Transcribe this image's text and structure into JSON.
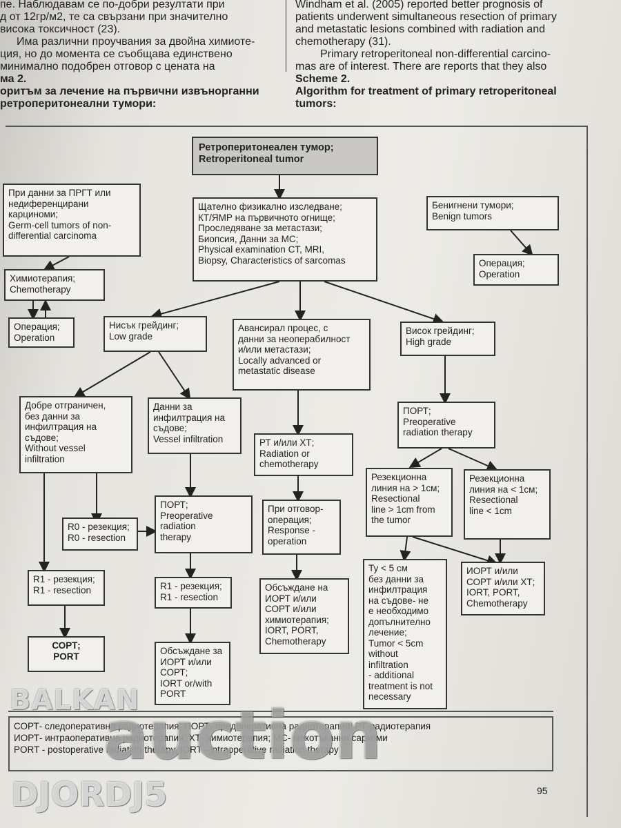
{
  "left_column": [
    "пе. Наблюдавам се по-добри резултати при",
    "д от 12гр/м2, те са свързани при значително",
    "висока токсичност (23).",
    "Има различни проучвания за двойна химиоте-",
    "ция, но до момента се съобщава единствено",
    "минимално подобрен отговор с цената на",
    "ма 2."
  ],
  "left_heading": [
    "оритъм за лечение на първични извънорганни",
    "ретроперитонеални тумори:"
  ],
  "right_column": [
    "Windham et al. (2005) reported better prognosis of",
    "patients underwent simultaneous resection of primary",
    "and metastatic lesions combined with radiation and",
    "chemotherapy (31).",
    "Primary retroperitoneal non-differential carcino-",
    "mas are of interest. There are reports that they also"
  ],
  "scheme_label": "Scheme 2.",
  "right_heading": [
    "Algorithm for treatment of primary retroperitoneal",
    "tumors:"
  ],
  "boxes": {
    "top": "Ретроперитонеален тумор;\nRetroperitoneal tumor",
    "exam": "Щателно физикално изследване;\nКТ/ЯМР на първичното огнище;\nПроследяване за метастази;\nБиопсия, Данни за МС;\nPhysical examination CT, MRI,\nBiopsy, Characteristics of sarcomas",
    "prgt": "При данни за ПРГТ или\nнедиференцирани\nкарциноми;\nGerm-cell tumors of non-\ndifferential carcinoma",
    "chemo": "Химиотерапия;\nChemotherapy",
    "operation_left": "Операция;\nOperation",
    "benign": "Бенигнени тумори;\nBenign tumors",
    "operation_right": "Операция;\nOperation",
    "low_grade": "Нисък грейдинг;\nLow grade",
    "advanced": "Авансирал процес, с\nданни за неоперабилност\nи/или метастази;\nLocally advanced or\nmetastatic disease",
    "high_grade": "Висок грейдинг;\nHigh grade",
    "well_defined": "Добре отграничен,\nбез данни за\nинфилтрация на\nсъдове;\nWithout vessel\ninfiltration",
    "vessel_infiltration": "Данни за\nинфилтрация на\nсъдове;\nVessel  infiltration",
    "rt_xt": "РТ и/или ХТ;\nRadiation or\nchemotherapy",
    "port_high": "ПОРТ;\nPreoperative\nradiation therapy",
    "port_low": "ПОРТ;\nPreoperative\nradiation\ntherapy",
    "r0": "R0 - резекция;\nR0 - resection",
    "response": "При отговор-\nоперация;\nResponse -\noperation",
    "margin_gt": "Резекционна\nлиния на > 1см;\nResectional\nline > 1cm from\nthe tumor",
    "margin_lt": "Резекционна\nлиния на < 1см;\nResectional\nline < 1cm",
    "r1_left": "R1 - резекция;\nR1 - resection",
    "r1_mid": "R1 - резекция;\nR1 - resection",
    "discuss_mid": "Обсъждане на\nИОРТ и/или\nСОРТ и/или\nхимиотерапия;\nIORT, PORT,\nChemotherapy",
    "tumor_small": "Ту < 5 см\nбез данни за\nинфилтрация\nна съдове- не\nе необходимо\nдопълнително\nлечение;\nTumor < 5cm\nwithout\ninfiltration\n- additional\ntreatment is not\nnecessary",
    "iort_right": "ИОРТ и/или\nСОРТ и/или ХТ;\nIORT, PORT,\nChemotherapy",
    "sort_port": "СОРТ;\nPORT",
    "discuss_low": "Обсъждане за\nИОРТ и/или\nСОРТ;\nIORT or/with\nPORT"
  },
  "legend": [
    "СОРТ- следоперативна радиотерапия; ПОРТ- предоперативна радиотерапия; РТ-радиотерапия",
    "ИОРТ- интраоперативна радиотерапия; ХТ- химиотерапия; МС- мекотъканни саркоми",
    "PORT - postoperative radiation therapy, IORT - intraoperative radiation therapy"
  ],
  "page_number": "95",
  "watermark": {
    "line1": "BALKAN",
    "line2": "auction",
    "line3": "DJORDJ5"
  }
}
